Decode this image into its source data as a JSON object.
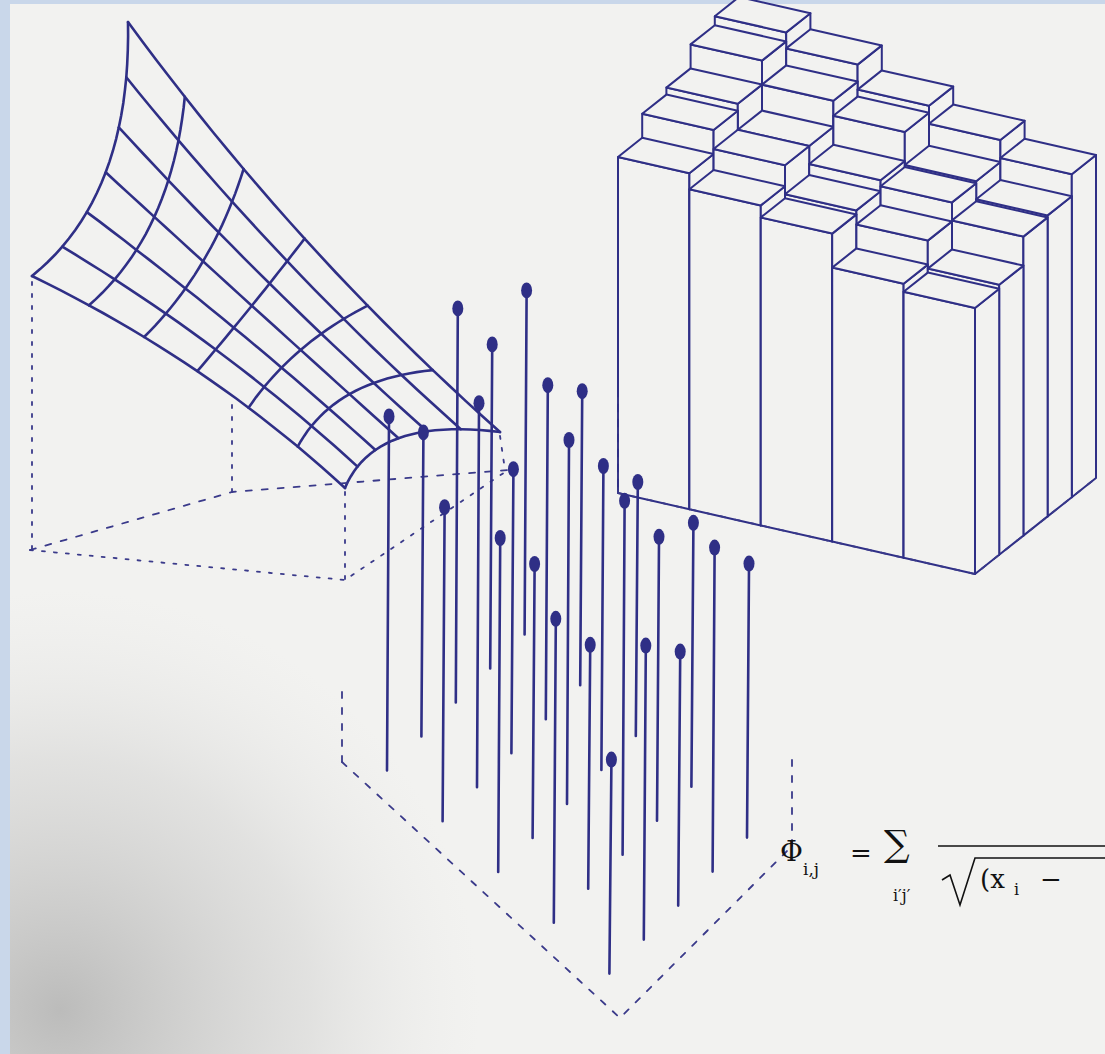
{
  "diagram": {
    "labels": [
      "Φ",
      "i,j",
      "=",
      "∑",
      "i′j′",
      "(x",
      "i",
      "−"
    ]
  }
}
